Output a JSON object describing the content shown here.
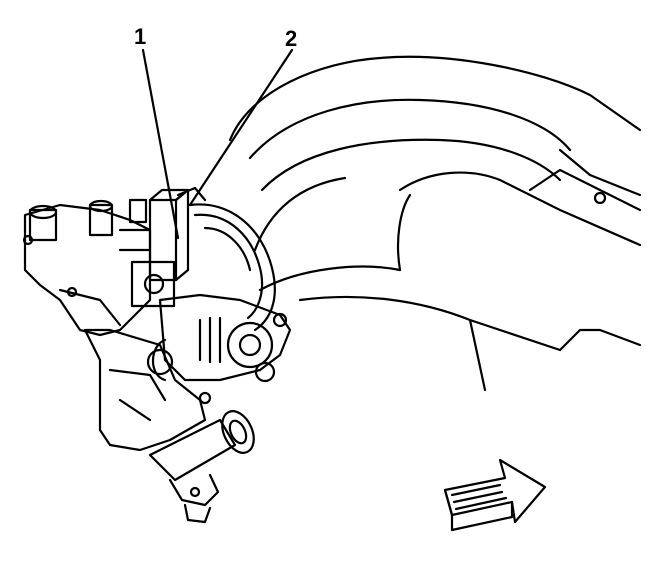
{
  "diagram": {
    "callouts": [
      {
        "id": "c1",
        "label": "1",
        "target": "component-1"
      },
      {
        "id": "c2",
        "label": "2",
        "target": "component-2"
      }
    ],
    "colors": {
      "ink": "#000000",
      "paper": "#ffffff"
    },
    "icons": [
      "direction-arrow-icon"
    ]
  }
}
